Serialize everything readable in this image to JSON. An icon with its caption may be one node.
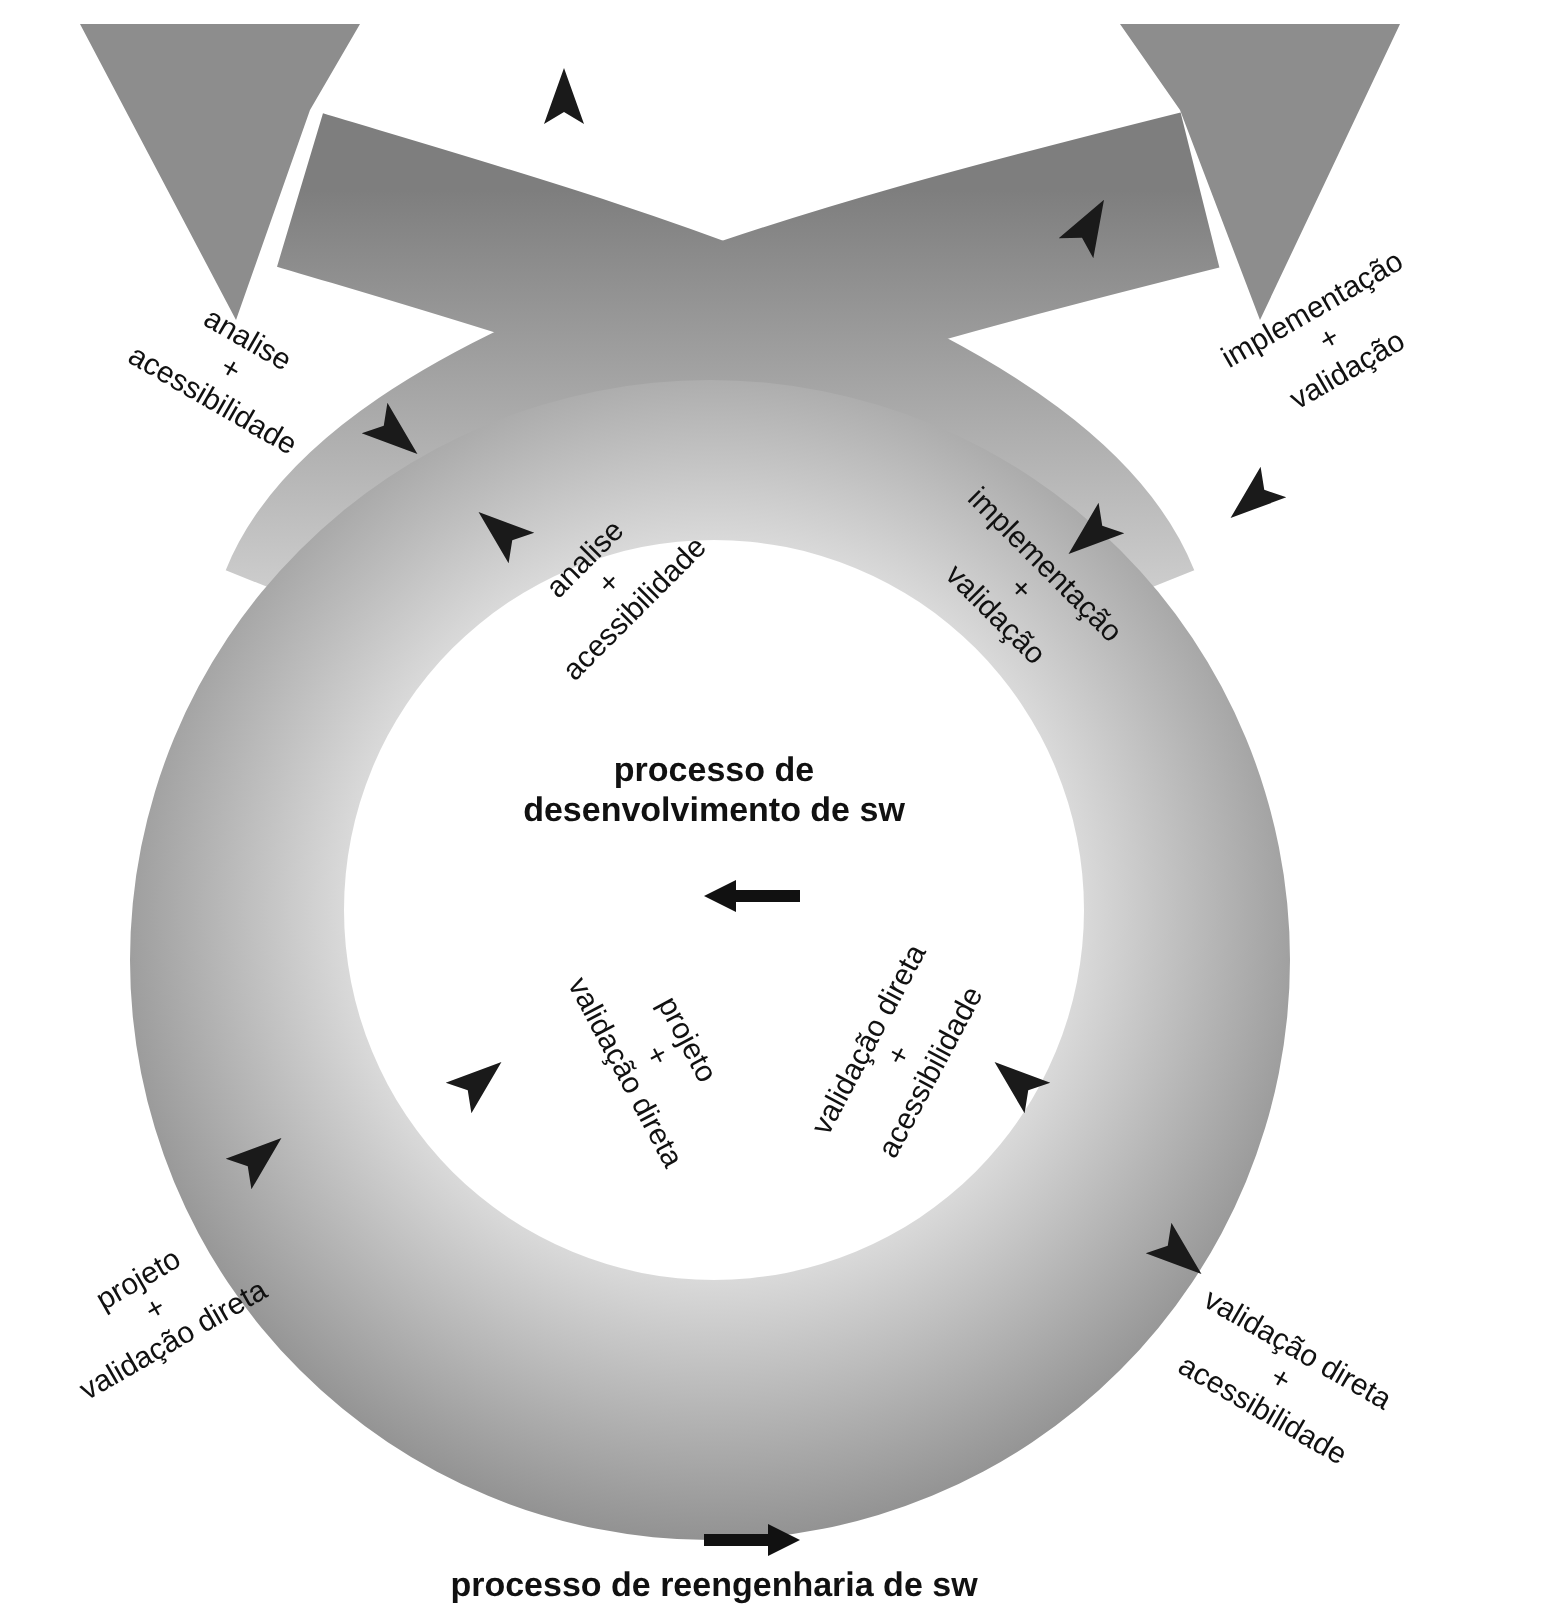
{
  "diagram": {
    "labels": [
      "analise + acessibilidade",
      "implementação + validação",
      "analise + acessibilidade",
      "implementação + validação",
      "processo de desenvolvimento de sw",
      "projeto + validação direta",
      "validação direta + acessibilidade",
      "projeto + validação direta",
      "validação direta + acessibilidade",
      "processo de reengenharia de sw"
    ]
  }
}
